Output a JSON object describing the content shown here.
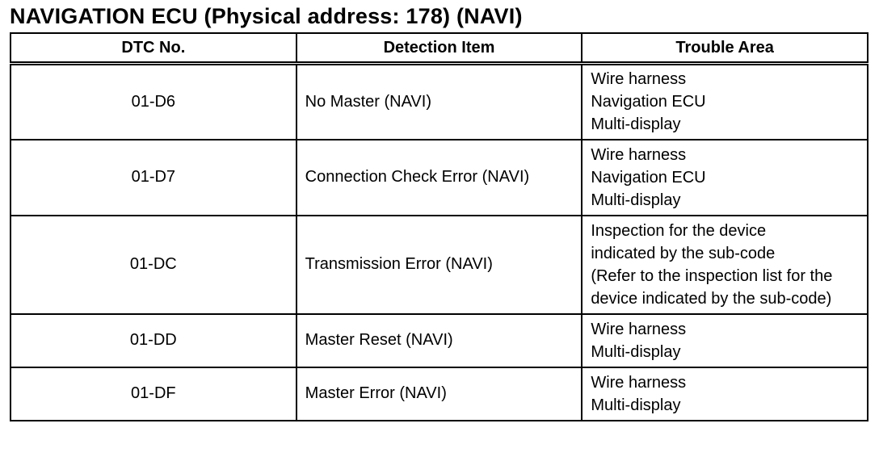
{
  "title": "NAVIGATION ECU (Physical address: 178) (NAVI)",
  "table": {
    "headers": [
      "DTC No.",
      "Detection Item",
      "Trouble Area"
    ],
    "rows": [
      {
        "dtc": "01-D6",
        "item": "No Master (NAVI)",
        "area": [
          "Wire harness",
          "Navigation ECU",
          "Multi-display"
        ]
      },
      {
        "dtc": "01-D7",
        "item": "Connection Check Error (NAVI)",
        "area": [
          "Wire harness",
          "Navigation ECU",
          "Multi-display"
        ]
      },
      {
        "dtc": "01-DC",
        "item": "Transmission Error (NAVI)",
        "area": [
          "Inspection for the device",
          "indicated by the sub-code",
          "(Refer to the inspection list for the",
          "device indicated by the sub-code)"
        ]
      },
      {
        "dtc": "01-DD",
        "item": "Master Reset (NAVI)",
        "area": [
          "Wire harness",
          "Multi-display"
        ]
      },
      {
        "dtc": "01-DF",
        "item": "Master Error (NAVI)",
        "area": [
          "Wire harness",
          "Multi-display"
        ]
      }
    ]
  }
}
